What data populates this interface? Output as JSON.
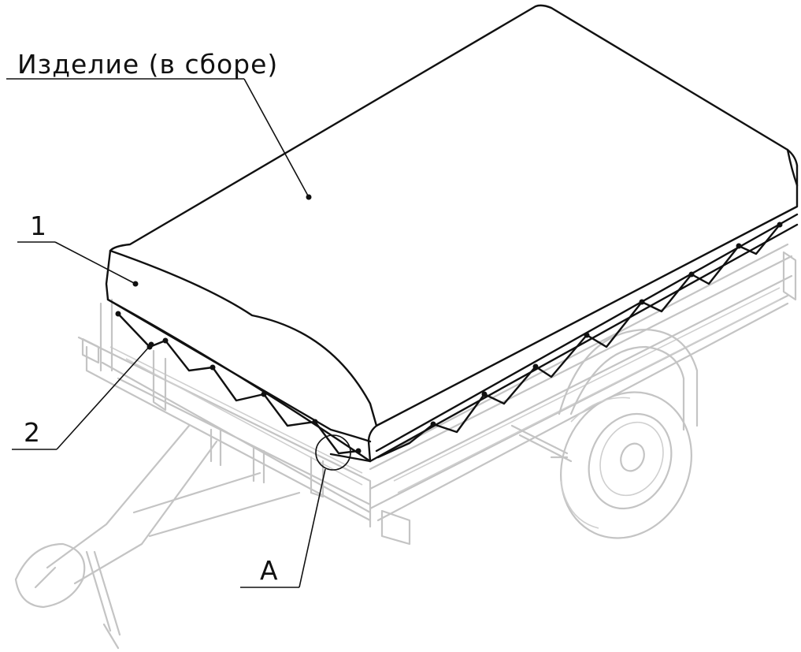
{
  "drawing": {
    "assembly_label": "Изделие (в сборе)",
    "callouts": [
      {
        "id": "tent",
        "text": "1"
      },
      {
        "id": "cord",
        "text": "2"
      },
      {
        "id": "detail",
        "text": "А"
      }
    ],
    "colors": {
      "outline": "#111111",
      "trailer_ghost": "#c4c4c4",
      "background": "#ffffff"
    }
  }
}
